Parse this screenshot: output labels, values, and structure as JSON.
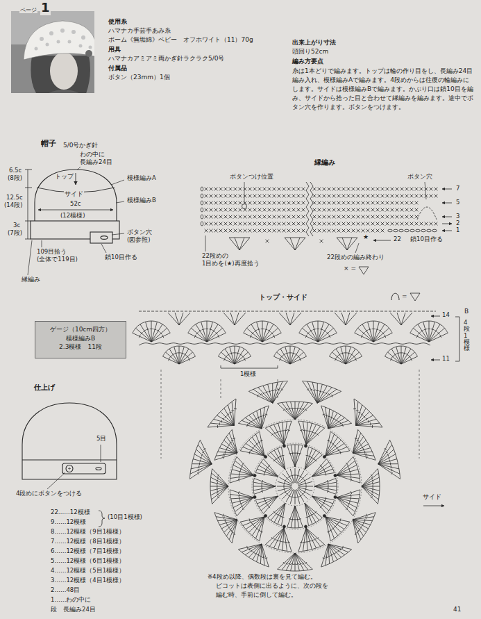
{
  "diagram": {
    "nodes": [
      {
        "text": [
          "ゲージ（10cm四方）",
          "模様編みB",
          "2.3模様　11段"
        ]
      }
    ],
    "labels": [
      "ページ",
      "1",
      "使用糸",
      "ハマナカ手芸手あみ糸",
      "ボーム《無垢綿》ベビー　オフホワイト（11）70g",
      "用具",
      "ハマナカアミアミ両かぎ針ラクラク5/0号",
      "付属品",
      "ボタン（23mm）1個",
      "出来上がり寸法",
      "頭回り52cm",
      "編み方要点",
      "糸は1本どりで編みます。トップは輪の作り目をし、長編み24目編み入れ、模様編みAで編みます。4段めからは往復の輪編みにします。サイドは模様編みBで編みます。かぶり口は鎖10目を編み、サイドから拾った目と合わせて縁編みを編みます。途中でボタン穴を作ります。ボタンをつけます。",
      "帽子",
      "5/0号かぎ針",
      "6.5c",
      "(8段)",
      "わの中に",
      "長編み24目",
      "トップ",
      "模様編みA",
      "12.5c",
      "(14段)",
      "サイド",
      "模様編みB",
      "52c",
      "(12模様)",
      "ボタン穴",
      "(図参照)",
      "3c",
      "(7段)",
      "109目拾う",
      "(全体で119目)",
      "鎖10目作る",
      "縁編み",
      "縁編み",
      "ボタンつけ位置",
      "ボタン穴",
      "7",
      "5",
      "3",
      "2",
      "1",
      "22段めの",
      "1目めを(★)再度拾う",
      "★",
      "22",
      "鎖10目作る",
      "22段めの編み終わり",
      "× =",
      "トップ・サイド",
      "=",
      "14",
      "B",
      "4段1模様",
      "11",
      "1模様",
      "サイド",
      "仕上げ",
      "5目",
      "4段めにボタンをつける",
      "22……12模様",
      "9……12模様",
      "(10目1模様)",
      "8……12模様（9目1模様）",
      "7……12模様（8目1模様）",
      "6……12模様（7目1模様）",
      "5……12模様（6目1模様）",
      "4……12模様（5目1模様）",
      "3……12模様（4目1模様）",
      "2……48目",
      "1……わの中に",
      "段　長編み24目",
      "※4段め以降、偶数段は裏を見て編む。",
      "ピコットは表側に出るように、次の段を",
      "編む時、手前に倒して編む。",
      "41"
    ]
  }
}
